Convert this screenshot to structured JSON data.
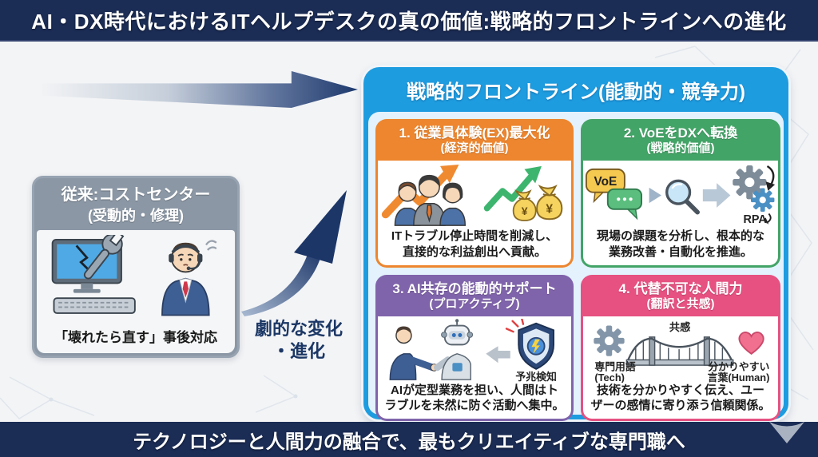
{
  "top_banner": {
    "title": "AI・DX時代におけるITヘルプデスクの真の価値:戦略的フロントラインへの進化"
  },
  "legacy_box": {
    "title_lines": [
      "従来:コストセンター",
      "(受動的・修理)"
    ],
    "caption": "「壊れたら直す」事後対応"
  },
  "transition": {
    "label_lines": [
      "劇的な変化",
      "・進化"
    ]
  },
  "strategic_panel": {
    "title": "戦略的フロントライン(能動的・競争力)",
    "cards": [
      {
        "id": "employee-experience",
        "accent": "#ED862F",
        "title": "1. 従業員体験(EX)最大化",
        "subtitle": "(経済的価値)",
        "desc": [
          "ITトラブル停止時間を削減し、",
          "直接的な利益創出へ貢献。"
        ],
        "labels": {
          "yen": "¥"
        }
      },
      {
        "id": "voe-to-dx",
        "accent": "#43A467",
        "title": "2. VoEをDXへ転換",
        "subtitle": "(戦略的価値)",
        "desc": [
          "現場の課題を分析し、根本的な",
          "業務改善・自動化を推進。"
        ],
        "labels": {
          "voe": "VoE",
          "rpa": "RPA"
        }
      },
      {
        "id": "ai-coexistence",
        "accent": "#8064AB",
        "title": "3. AI共存の能動的サポート",
        "subtitle": "(プロアクティブ)",
        "desc": [
          "AIが定型業務を担い、人間はト",
          "ラブルを未然に防ぐ活動へ集中。"
        ],
        "labels": {
          "shield": "予兆検知"
        }
      },
      {
        "id": "human-power",
        "accent": "#E65181",
        "title": "4. 代替不可な人間力",
        "subtitle": "(翻訳と共感)",
        "desc": [
          "技術を分かりやすく伝え、ユー",
          "ザーの感情に寄り添う信頼関係。"
        ],
        "labels": {
          "bridge_top": "共感",
          "tech_lines": [
            "専門用語",
            "(Tech)"
          ],
          "human_lines": [
            "分かりやすい",
            "言葉(Human)"
          ]
        }
      }
    ]
  },
  "bottom_banner": {
    "title": "テクノロジーと人間力の融合で、最もクリエイティブな専門職へ"
  },
  "colors": {
    "banner_navy": "#1B2C55",
    "panel_blue": "#1E9CE0",
    "panel_inner": "#E3F2FC",
    "page_bg": "#F3F4F6",
    "arrow_navy": "#1E3A6E",
    "label_navy": "#1B3765",
    "legacy_gray": "#8B97A5",
    "legacy_body": "#F4F6F7",
    "text_dark": "#1A1A1A",
    "triangle_gray": "#A9B2C1"
  }
}
